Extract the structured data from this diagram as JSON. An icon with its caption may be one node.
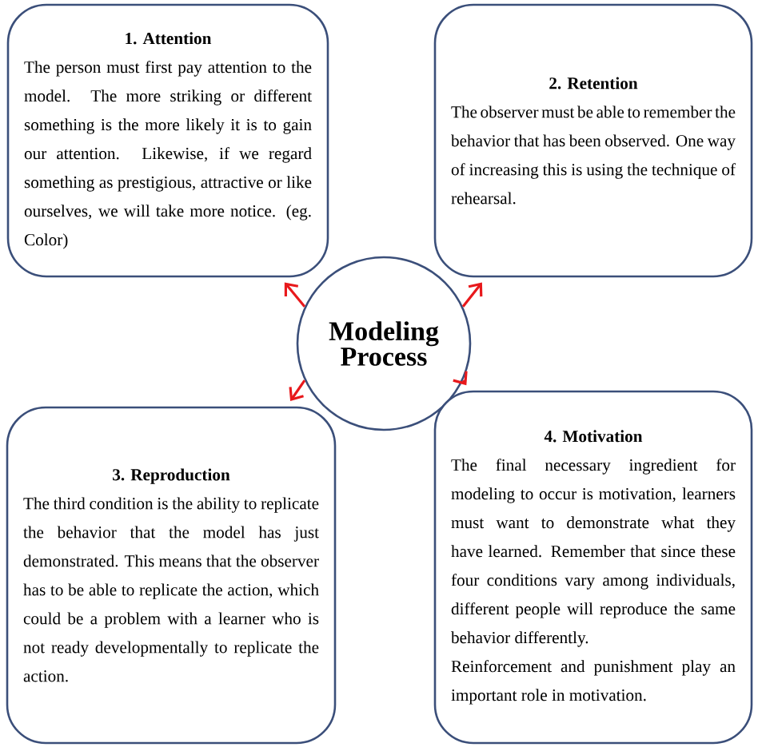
{
  "diagram": {
    "nodes": [
      {
        "text": [
          "1. Attention",
          "The person must first pay attention to the model. The more striking or different something is the more likely it is to gain our attention. Likewise, if we regard something as prestigious, attractive or like ourselves, we will take more notice. (eg. Color)"
        ]
      },
      {
        "text": [
          "2. Retention",
          "The observer must be able to remember the behavior that has been observed. One way of increasing this is using the technique of rehearsal."
        ]
      },
      {
        "text": [
          "Modeling Process"
        ]
      },
      {
        "text": [
          "3. Reproduction",
          "The third condition is the ability to replicate the behavior that the model has just demonstrated. This means that the observer has to be able to replicate the action, which could be a problem with a learner who is not ready developmentally to replicate the action."
        ]
      },
      {
        "text": [
          "4. Motivation",
          "The final necessary ingredient for modeling to occur is motivation, learners must want to demonstrate what they have learned. Remember that since these four conditions vary among individuals, different people will reproduce the same behavior differently.",
          "Reinforcement and punishment play an important role in motivation."
        ]
      }
    ],
    "edges": [
      {
        "from": 2,
        "to": 0,
        "arrow": "to"
      },
      {
        "from": 2,
        "to": 1,
        "arrow": "to"
      },
      {
        "from": 2,
        "to": 3,
        "arrow": "to"
      },
      {
        "from": 2,
        "to": 4,
        "arrow": "to"
      }
    ]
  }
}
